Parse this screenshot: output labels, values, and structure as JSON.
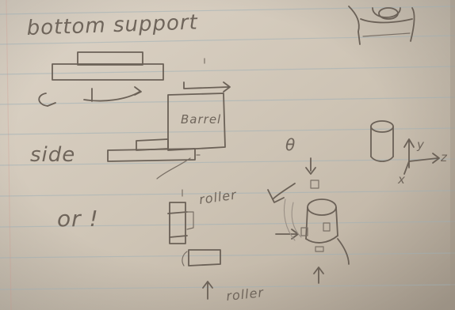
{
  "sketch": {
    "labels": {
      "bottom_support": "bottom support",
      "side": "side",
      "barrel": "Barrel",
      "or": "or !",
      "roller_1": "roller",
      "roller_2": "roller",
      "theta": "θ",
      "axis_y": "y",
      "axis_z": "z",
      "axis_x": "x"
    },
    "paper": {
      "base": "#cdc3b4",
      "light": "#ddd4c7",
      "dark": "#b9ad9d",
      "pencil": "#6b6157",
      "ruled": "#9fb0b6"
    }
  }
}
